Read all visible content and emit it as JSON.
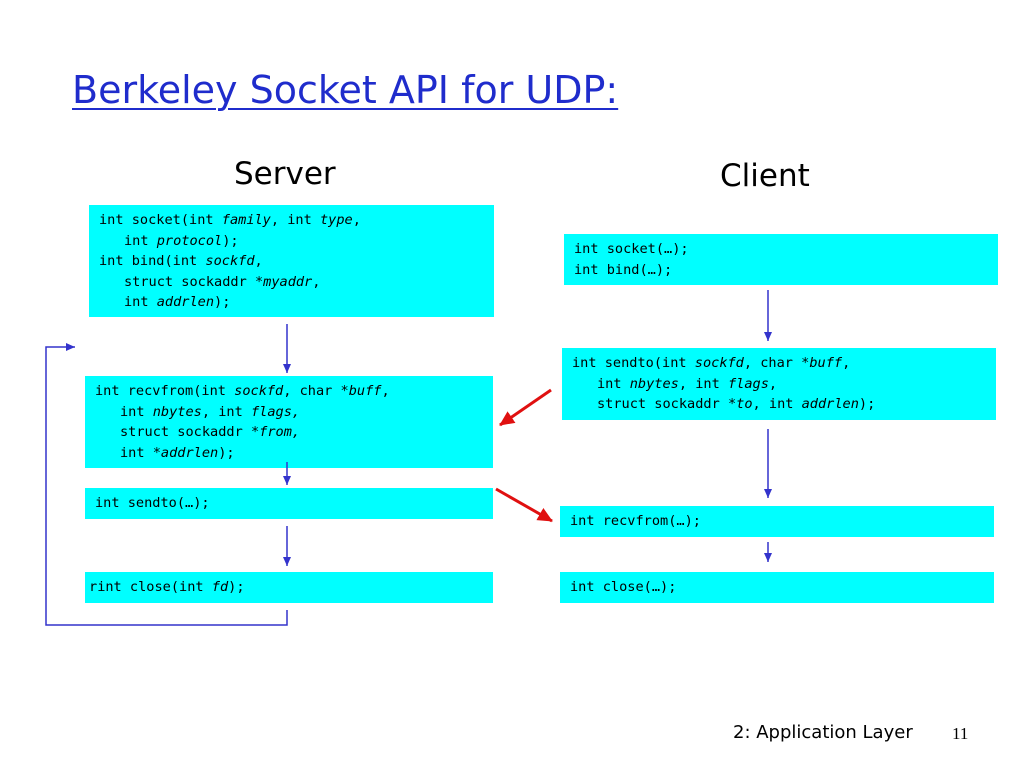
{
  "title": "Berkeley Socket API for UDP:",
  "headers": {
    "server": "Server",
    "client": "Client"
  },
  "server": {
    "socket_bind": {
      "l1a": "int socket(int ",
      "l1b": "family",
      "l1c": ", int ",
      "l1d": "type",
      "l1e": ",",
      "l2a": "int ",
      "l2b": "protocol",
      "l2c": ");",
      "l3a": "int bind(int ",
      "l3b": "sockfd",
      "l3c": ",",
      "l4a": "struct sockaddr *",
      "l4b": "myaddr",
      "l4c": ",",
      "l5a": "int ",
      "l5b": "addrlen",
      "l5c": ");"
    },
    "recvfrom": {
      "l1a": "int recvfrom(int ",
      "l1b": "sockfd",
      "l1c": ", char *",
      "l1d": "buff",
      "l1e": ",",
      "l2a": "int ",
      "l2b": "nbytes",
      "l2c": ", int ",
      "l2d": "flags,",
      "l3a": "struct sockaddr ",
      "l3b": "*from,",
      "l4a": "int *",
      "l4b": "addrlen",
      "l4c": ");"
    },
    "sendto": "int sendto(…);",
    "close": {
      "prefix": "r",
      "a": "int close(int ",
      "b": "fd",
      "c": ");"
    }
  },
  "client": {
    "socket_bind": {
      "l1": "int socket(…);",
      "l2": "int bind(…);"
    },
    "sendto": {
      "l1a": "int sendto(int ",
      "l1b": "sockfd",
      "l1c": ", char *",
      "l1d": "buff",
      "l1e": ",",
      "l2a": "int ",
      "l2b": "nbytes",
      "l2c": ", int ",
      "l2d": "flags",
      "l2e": ",",
      "l3a": "struct sockaddr ",
      "l3b": "*to",
      "l3c": ", int ",
      "l3d": "addrlen",
      "l3e": ");"
    },
    "recvfrom": "int recvfrom(…);",
    "close": "int close(…);"
  },
  "footer": {
    "text": "2: Application Layer",
    "page": "11"
  },
  "colors": {
    "box": "#00ffff",
    "flow_arrow": "#3333cc",
    "message_arrow": "#e01010",
    "title": "#1f2ccc"
  }
}
